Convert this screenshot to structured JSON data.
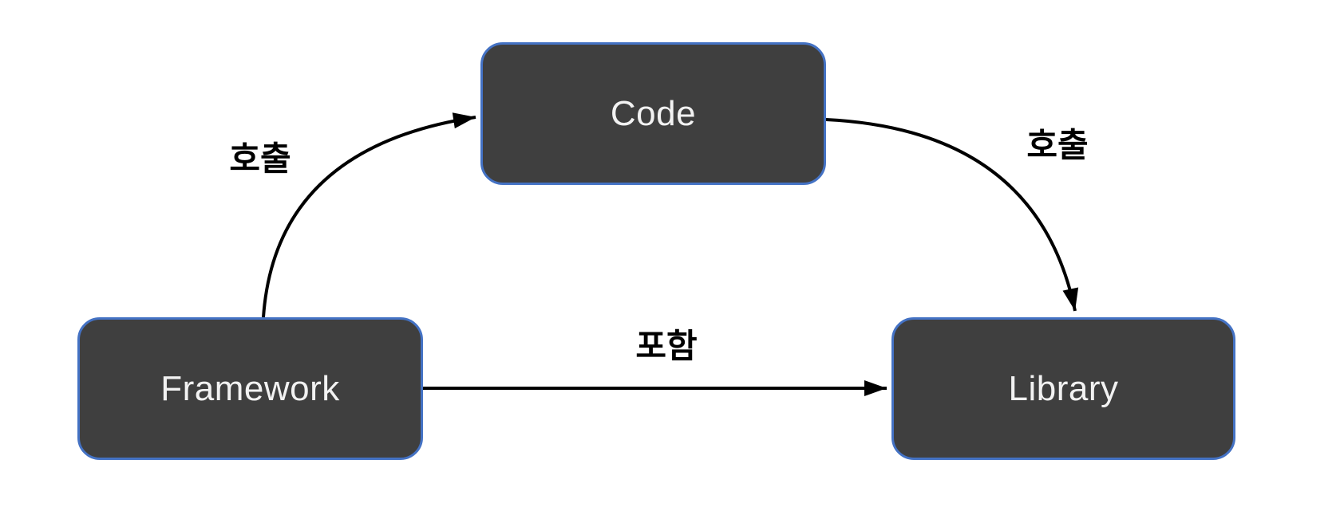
{
  "diagram": {
    "nodes": [
      {
        "id": "code",
        "label": "Code"
      },
      {
        "id": "framework",
        "label": "Framework"
      },
      {
        "id": "library",
        "label": "Library"
      }
    ],
    "edges": [
      {
        "from": "framework",
        "to": "code",
        "label": "호출",
        "style": "curved"
      },
      {
        "from": "code",
        "to": "library",
        "label": "호출",
        "style": "curved"
      },
      {
        "from": "framework",
        "to": "library",
        "label": "포함",
        "style": "straight"
      }
    ],
    "colors": {
      "background": "#ffffff",
      "node_fill": "#3f3f3f",
      "node_border": "#4472c4",
      "node_text": "#f2f2f2",
      "arrow": "#000000",
      "label_text": "#000000"
    }
  }
}
